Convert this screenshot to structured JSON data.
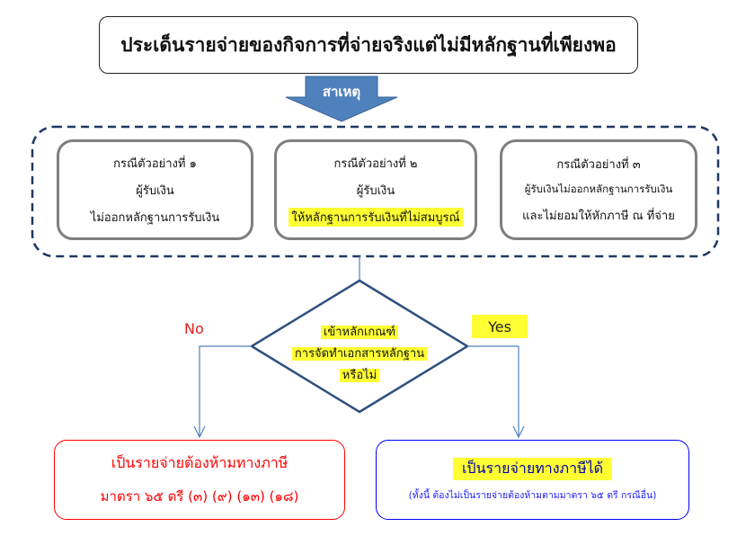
{
  "title": "ประเด็นรายจ่ายของกิจการที่จ่ายจริงแต่ไม่มีหลักฐานที่เพียงพอ",
  "cause_label": "สาเหตุ",
  "cases": [
    {
      "heading": "กรณีตัวอย่างที่ ๑",
      "line1": "ผู้รับเงิน",
      "line2": "ไม่ออกหลักฐานการรับเงิน"
    },
    {
      "heading": "กรณีตัวอย่างที่ ๒",
      "line1": "ผู้รับเงิน",
      "line2": "ให้หลักฐานการรับเงินที่ไม่สมบูรณ์"
    },
    {
      "heading": "กรณีตัวอย่างที่ ๓",
      "line1": "ผู้รับเงินไม่ออกหลักฐานการรับเงิน",
      "line2": "และไม่ยอมให้หักภาษี ณ ที่จ่าย"
    }
  ],
  "decision": {
    "line1": "เข้าหลักเกณฑ์",
    "line2": "การจัดทำเอกสารหลักฐาน",
    "line3": "หรือไม่"
  },
  "no_label": "No",
  "yes_label": "Yes",
  "result_no": {
    "line1": "เป็นรายจ่ายต้องห้ามทางภาษี",
    "line2": "มาตรา ๖๕ ตรี (๓) (๙) (๑๓) (๑๘)"
  },
  "result_yes": {
    "line1": "เป็นรายจ่ายทางภาษีได้",
    "line2": "(ทั้งนี้ ต้องไม่เป็นรายจ่ายต้องห้ามตามมาตรา ๖๕ ตรี กรณีอื่น)"
  },
  "colors": {
    "arrow": "#4f81bd",
    "dash": "#1f3864",
    "red": "#ff0000",
    "blue": "#0000ff",
    "highlight": "#ffff33"
  }
}
